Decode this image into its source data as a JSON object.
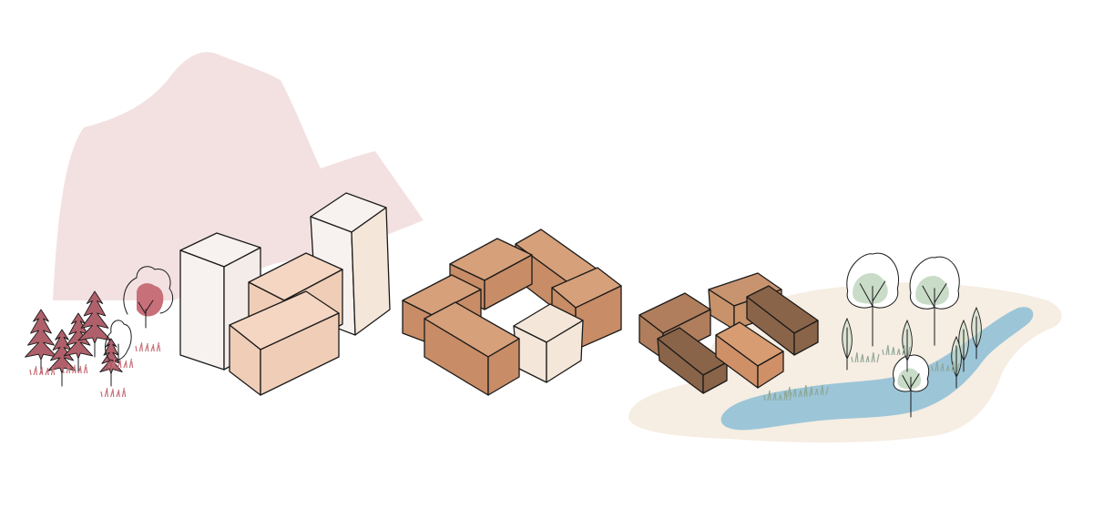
{
  "colors": {
    "background": "#ffffff",
    "mountain": "#f3e1e1",
    "pine": "#b0606a",
    "grass_pink": "#c8707a",
    "block_white": "#f7f2f0",
    "block_peach": "#f4d6c2",
    "block_peach_side": "#f0cdb6",
    "block_terracotta": "#d6a07a",
    "block_terracotta_dark": "#c88c66",
    "block_cream": "#f4e6d8",
    "block_brown": "#a8785a",
    "block_brown_dark": "#8a6448",
    "ground_cream": "#f6ede3",
    "river": "#9cc6d8",
    "tree_green": "#c9dcc8",
    "grass_green": "#8fa898",
    "ink": "#1a1a1a"
  },
  "scenes": [
    {
      "name": "mountain-forest-towers",
      "elements": [
        "mountain",
        "pine-tree",
        "round-tree",
        "white-tower",
        "peach-block"
      ]
    },
    {
      "name": "courtyard-perimeter-block",
      "elements": [
        "terracotta-block",
        "cream-block",
        "courtyard"
      ]
    },
    {
      "name": "riverside-blocks-park",
      "elements": [
        "brown-block",
        "ground-plane",
        "river",
        "deciduous-tree",
        "grass-tuft"
      ]
    }
  ]
}
